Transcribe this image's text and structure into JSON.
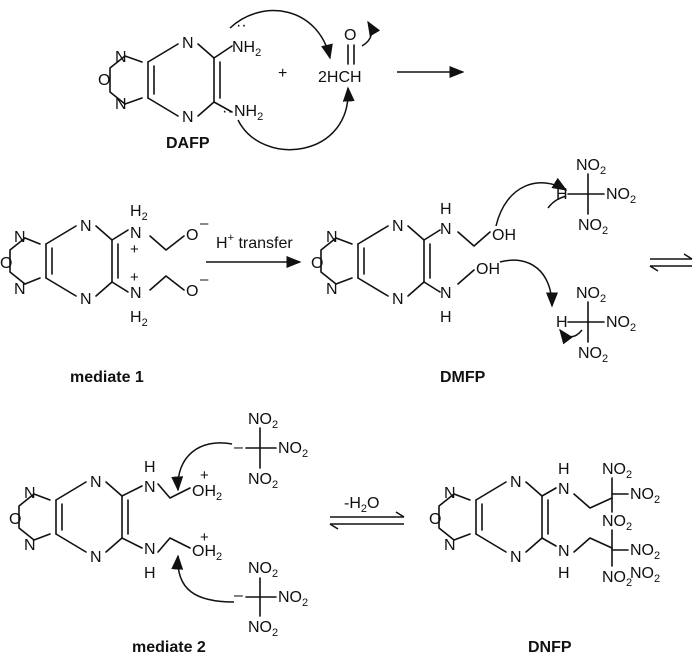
{
  "atoms": {
    "N": "N",
    "O": "O",
    "H": "H",
    "nh2": "NH",
    "sub2": "2",
    "plus": "+",
    "minus": "–",
    "dots": "··"
  },
  "reagents": {
    "plus_sign": "+",
    "formaldehyde_prefix": "2HCH",
    "formaldehyde_o": "O"
  },
  "groups": {
    "oxygen_minus": "O",
    "oh": "OH",
    "oh2": "OH",
    "no2": "NO",
    "h_label": "H"
  },
  "labels": {
    "dafp": "DAFP",
    "mediate1": "mediate 1",
    "dmfp": "DMFP",
    "mediate2": "mediate 2",
    "dnfp": "DNFP"
  },
  "conditions": {
    "h_transfer_prefix": "H",
    "h_transfer_sup": "+",
    "h_transfer_suffix": " transfer",
    "minus_water_prefix": "-H",
    "minus_water_sub": "2",
    "minus_water_suffix": "O"
  }
}
